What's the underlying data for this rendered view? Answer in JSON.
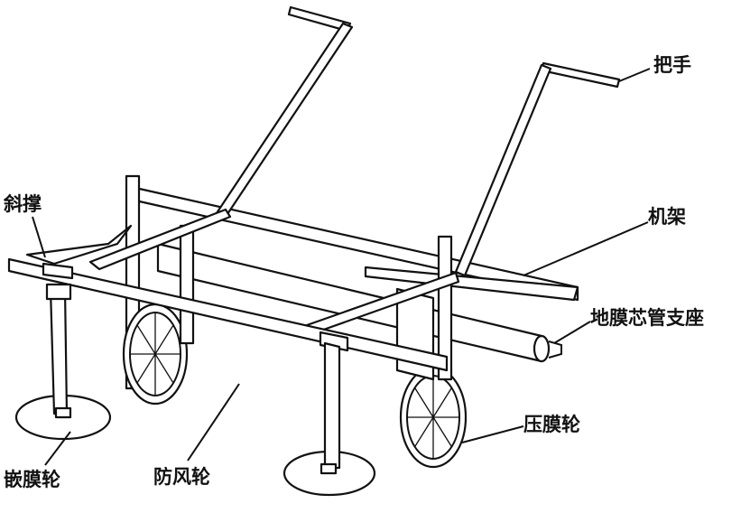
{
  "labels": {
    "handle": "把手",
    "brace": "斜撑",
    "frame": "机架",
    "core_tube_seat": "地膜芯管支座",
    "press_wheel": "压膜轮",
    "embed_wheel": "嵌膜轮",
    "windbreak_wheel": "防风轮"
  }
}
